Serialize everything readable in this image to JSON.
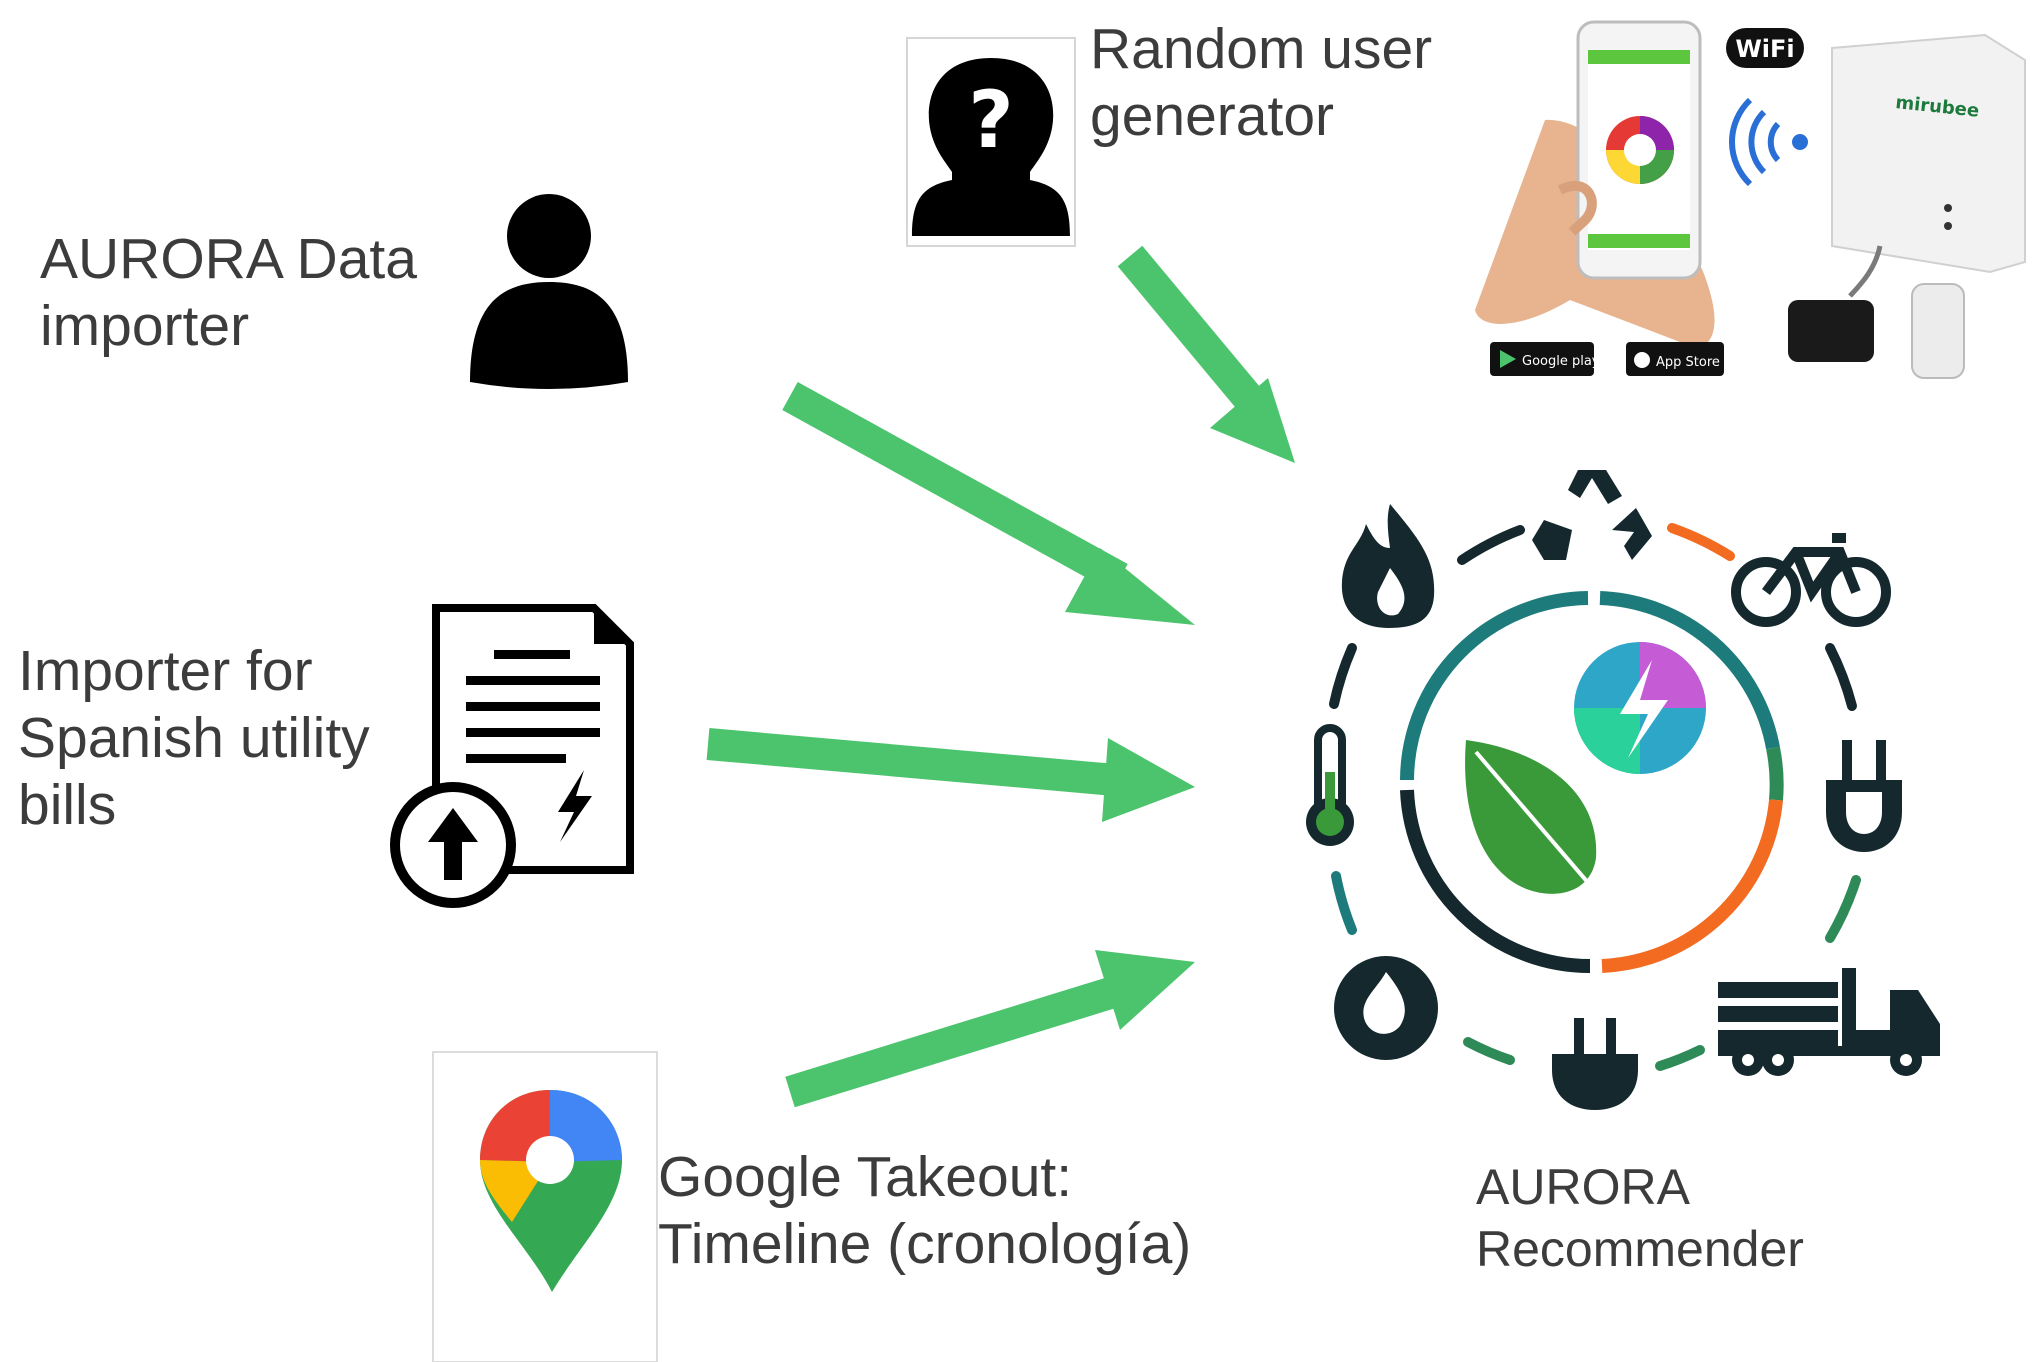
{
  "sources": {
    "data_importer": {
      "line1": "AURORA Data",
      "line2": "importer",
      "icon": "person-icon"
    },
    "random_user": {
      "line1": "Random user",
      "line2": "generator",
      "icon": "unknown-person-icon"
    },
    "utility_bills": {
      "line1": "Importer for",
      "line2": "Spanish utility",
      "line3": "bills",
      "icon": "bill-upload-icon"
    },
    "google_takeout": {
      "line1": "Google Takeout:",
      "line2": "Timeline (cronología)",
      "icon": "maps-pin-icon"
    },
    "smart_meter": {
      "brand": "mirubee",
      "wifi": "WiFi",
      "google_play": "Google play",
      "app_store": "App Store",
      "icon": "smart-meter-icon"
    }
  },
  "target": {
    "line1": "AURORA",
    "line2": "Recommender",
    "icon": "aurora-logo-icon"
  },
  "colors": {
    "arrow": "#4cc46e",
    "text": "#3c3c3c",
    "ring_orange": "#f26b21",
    "ring_teal": "#1e7b7b",
    "ring_dark": "#14282d",
    "leaf": "#3a9a3a"
  }
}
